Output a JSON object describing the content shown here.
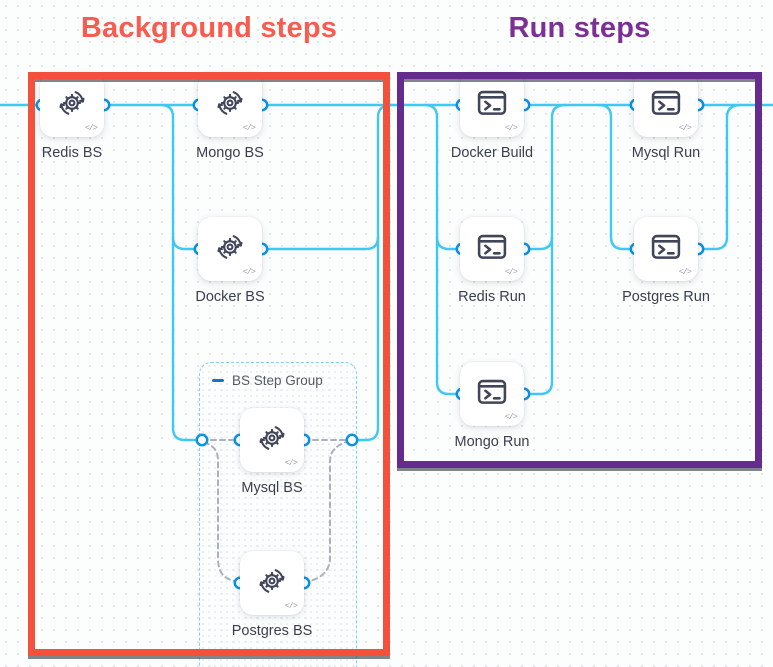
{
  "annotations": {
    "background_title": "Background steps",
    "run_title": "Run steps"
  },
  "group": {
    "label": "BS Step Group"
  },
  "nodes": [
    {
      "id": "redis-bs",
      "label": "Redis BS",
      "icon": "background-step-icon"
    },
    {
      "id": "mongo-bs",
      "label": "Mongo BS",
      "icon": "background-step-icon"
    },
    {
      "id": "docker-bs",
      "label": "Docker BS",
      "icon": "background-step-icon"
    },
    {
      "id": "mysql-bs",
      "label": "Mysql BS",
      "icon": "background-step-icon"
    },
    {
      "id": "postgres-bs",
      "label": "Postgres BS",
      "icon": "background-step-icon"
    },
    {
      "id": "docker-build",
      "label": "Docker Build",
      "icon": "run-step-icon"
    },
    {
      "id": "mysql-run",
      "label": "Mysql Run",
      "icon": "run-step-icon"
    },
    {
      "id": "redis-run",
      "label": "Redis Run",
      "icon": "run-step-icon"
    },
    {
      "id": "postgres-run",
      "label": "Postgres Run",
      "icon": "run-step-icon"
    },
    {
      "id": "mongo-run",
      "label": "Mongo Run",
      "icon": "run-step-icon"
    }
  ],
  "badges": {
    "code_badge": "</>"
  },
  "colors": {
    "background_box": "#f4503c",
    "run_box": "#652b8e",
    "background_title": "#f85c4e",
    "run_title": "#7c2f94",
    "wire": "#3ec9f5",
    "port_ring": "#0b92e4",
    "dashed_wire": "#aab1bd",
    "group_border": "#86cdf0"
  }
}
